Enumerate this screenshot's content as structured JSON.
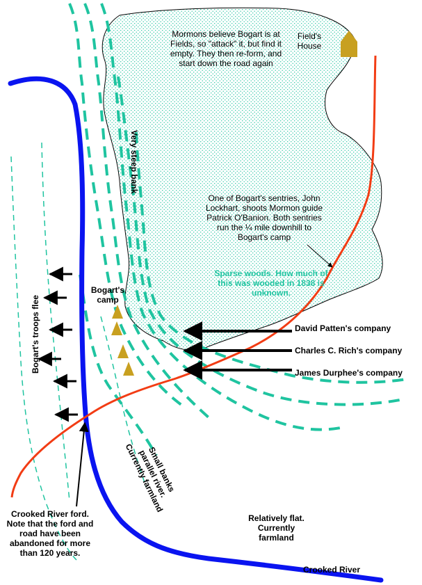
{
  "colors": {
    "river": "#0a14f0",
    "road": "#f23c14",
    "bank_dash": "#1fc4a0",
    "woods_dot": "#1fc4a0",
    "tent": "#c8a020",
    "arrow": "#000000"
  },
  "icons": {
    "house": "house-icon",
    "tent": "tent-icon",
    "arrow": "arrow-left-icon"
  },
  "labels": {
    "fields_house": "Field's House",
    "mormons_note": "Mormons believe Bogart is at Fields, so \"attack\" it, but find it empty. They then re-form, and start down the road again",
    "steep_bank": "Very steep bank",
    "sentries_note": "One of Bogart's sentries, John Lockhart, shoots Mormon guide Patrick O'Banion. Both sentries run the ¼ mile downhill to Bogart's camp",
    "sparse_woods": "Sparse woods. How much of this was wooded in 1838 is unknown.",
    "bogarts_camp": "Bogart's camp",
    "troops_flee": "Bogart's troops flee",
    "patten": "David Patten's company",
    "rich": "Charles C. Rich's company",
    "durphee": "James Durphee's company",
    "small_banks": "Small banks parallel river. Currently farmland",
    "ford_note": "Crooked River ford. Note that the ford and road have been abandoned for more than 120 years.",
    "flat_note": "Relatively flat. Currently farmland",
    "crooked_river": "Crooked River"
  }
}
